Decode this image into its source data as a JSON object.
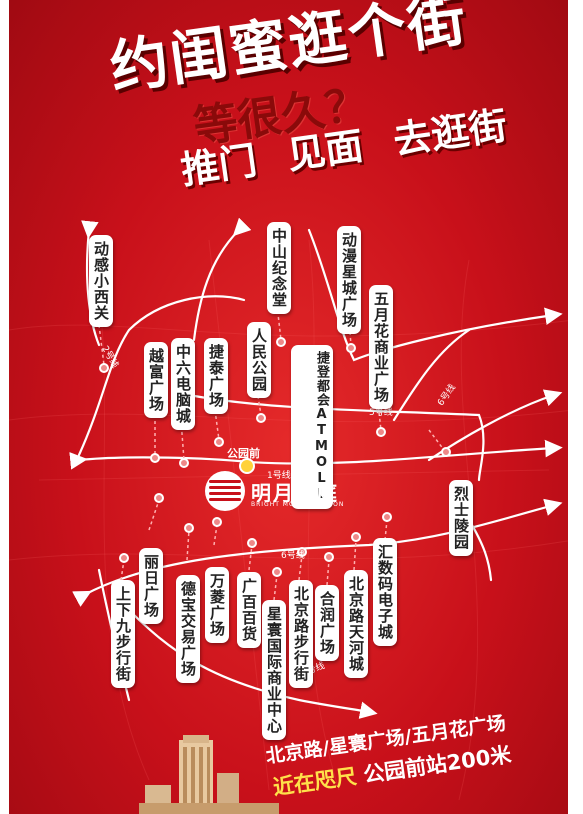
{
  "headline": {
    "line1": "约闺蜜逛个街",
    "line2": "等很久？",
    "line3_parts": [
      "推门",
      "见面",
      "去逛街"
    ]
  },
  "stations": {
    "park_front": "公园前"
  },
  "lines": {
    "line1": "1号线",
    "line5": "5号线",
    "line6_upper": "6号线",
    "line6_lower": "6号线",
    "line2": "2号线",
    "line8": "8号线",
    "line3": "3号线"
  },
  "places": [
    {
      "id": "dongganxiaoxiguan",
      "label": "动感小西关"
    },
    {
      "id": "zhongshanjinian",
      "label": "中山纪念堂"
    },
    {
      "id": "dongmanxingcheng",
      "label": "动漫星城广场"
    },
    {
      "id": "wuyuehua",
      "label": "五月花商业广场"
    },
    {
      "id": "yuefu",
      "label": "越富广场"
    },
    {
      "id": "zhongliu",
      "label": "中六电脑城"
    },
    {
      "id": "jietai",
      "label": "捷泰广场"
    },
    {
      "id": "renmin",
      "label": "人民公园"
    },
    {
      "id": "jiedeng",
      "label": "捷登都会ATMOLL"
    },
    {
      "id": "lieshi",
      "label": "烈士陵园"
    },
    {
      "id": "huishu",
      "label": "汇数码电子城"
    },
    {
      "id": "lirii",
      "label": "丽日广场"
    },
    {
      "id": "shangxiajiu",
      "label": "上下九步行街"
    },
    {
      "id": "debao",
      "label": "德宝交易广场"
    },
    {
      "id": "wanling",
      "label": "万菱广场"
    },
    {
      "id": "guangbai",
      "label": "广百百货"
    },
    {
      "id": "xinghuan",
      "label": "星寰国际商业中心"
    },
    {
      "id": "beijinglu",
      "label": "北京路步行街"
    },
    {
      "id": "herun",
      "label": "合润广场"
    },
    {
      "id": "tianhe",
      "label": "北京路天河城"
    }
  ],
  "logo": {
    "name": "明月豪庭",
    "sub": "BRIGHT MOON MANSION"
  },
  "footer": {
    "line1": "北京路/星寰广场/五月花广场",
    "line2_a": "近在咫尺",
    "line2_b": "公园前站200米"
  },
  "colors": {
    "background": "#c8101a",
    "accent_dark": "#8a0a0a",
    "highlight": "#ffe14a"
  }
}
